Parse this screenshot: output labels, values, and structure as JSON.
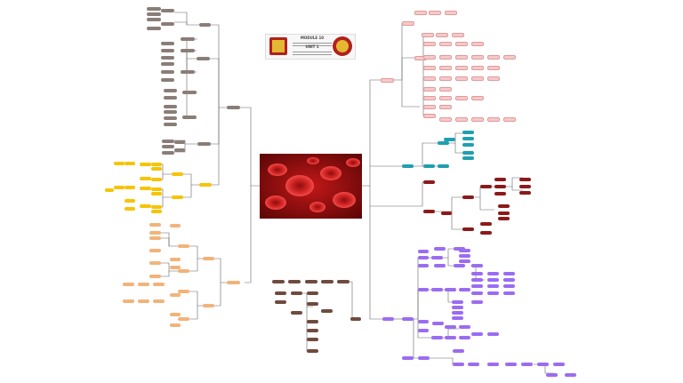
{
  "logo": {
    "module_label": "MODULE 10",
    "unit_label": "UNIT 1"
  },
  "colors": {
    "gray": "#8a7d78",
    "pink": "#f6c9c9",
    "teal": "#1f9fb0",
    "maroon": "#8b1a1a",
    "purple": "#9b6cf2",
    "orange": "#f2b37a",
    "yellow": "#f6c400",
    "brown": "#6f4b3e",
    "link": "#555555"
  },
  "central_image": {
    "subject": "red blood cells",
    "palette": [
      "#8e0d0d",
      "#c21818",
      "#e23a3a",
      "#5b0505"
    ]
  }
}
